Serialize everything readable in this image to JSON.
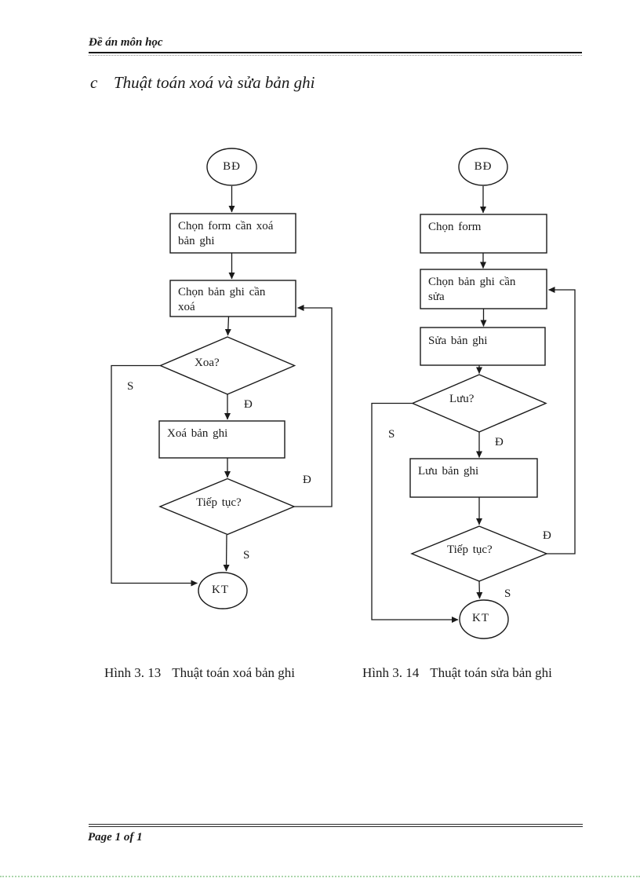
{
  "colors": {
    "ink": "#1a1a1a",
    "page_edge_dots": "#abd6ab"
  },
  "header": {
    "title": "Đề án môn học"
  },
  "heading": {
    "marker": "c",
    "text": "Thuật toán xoá và sửa bản ghi"
  },
  "flow_left": {
    "start": "BĐ",
    "step1": {
      "lines": [
        "Chọn form cần xoá",
        "bản ghi"
      ]
    },
    "step2": {
      "lines": [
        "Chọn bản ghi cần",
        "xoá"
      ]
    },
    "decision1": "Xoa?",
    "step3": "Xoá bản ghi",
    "decision2": "Tiếp tục?",
    "end": "KT",
    "branch": {
      "d1_yes": "Đ",
      "d1_no": "S",
      "d2_yes": "Đ",
      "d2_no": "S"
    },
    "caption": {
      "number": "Hình 3. 13",
      "title": "Thuật toán xoá bản ghi"
    }
  },
  "flow_right": {
    "start": "BĐ",
    "step1": "Chọn form",
    "step2": {
      "lines": [
        "Chọn bản ghi cần",
        "sửa"
      ]
    },
    "step3": "Sửa bản ghi",
    "decision1": "Lưu?",
    "step4": "Lưu bản ghi",
    "decision2": "Tiếp tục?",
    "end": "KT",
    "branch": {
      "d1_yes": "Đ",
      "d1_no": "S",
      "d2_yes": "Đ",
      "d2_no": "S"
    },
    "caption": {
      "number": "Hình 3. 14",
      "title": "Thuật toán sửa bản ghi"
    }
  },
  "footer": {
    "page_label": "Page 1 of 1"
  }
}
